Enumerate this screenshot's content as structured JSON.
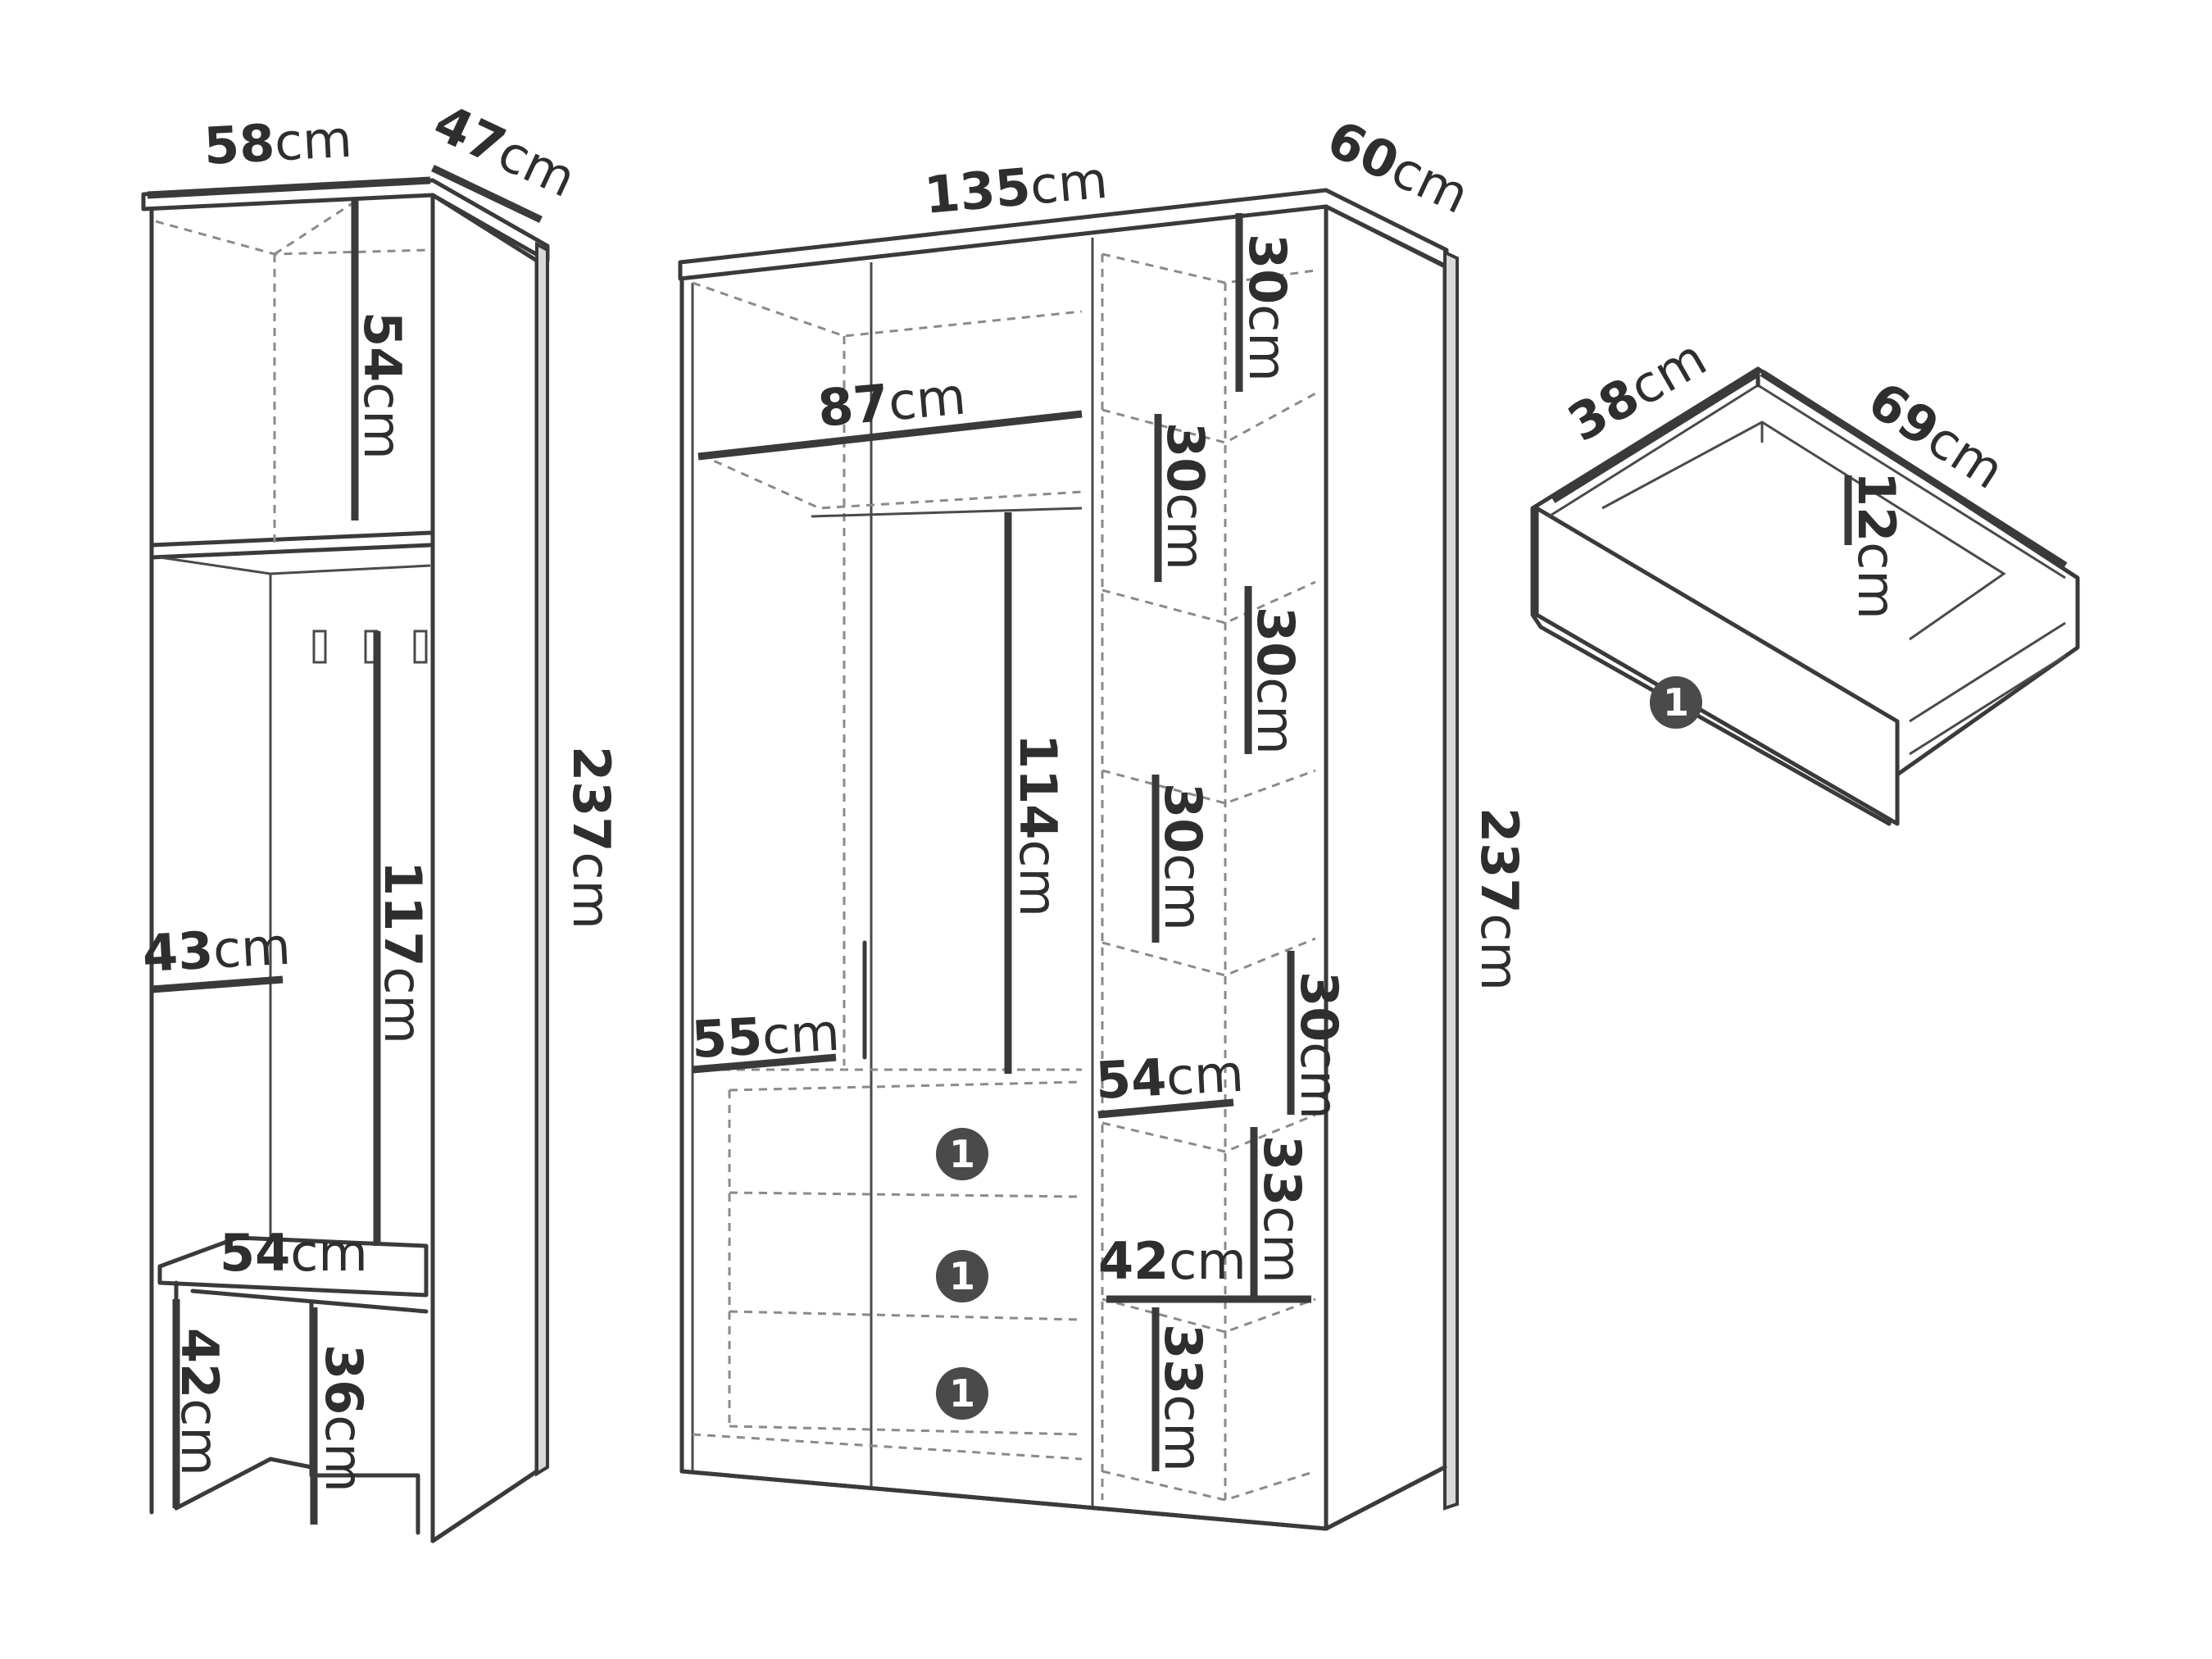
{
  "hallway": {
    "width": {
      "value": "58",
      "unit": "cm"
    },
    "depth": {
      "value": "47",
      "unit": "cm"
    },
    "height": {
      "value": "237",
      "unit": "cm"
    },
    "top_compartment": {
      "value": "54",
      "unit": "cm"
    },
    "hanging": {
      "value": "117",
      "unit": "cm"
    },
    "hook_width": {
      "value": "43",
      "unit": "cm"
    },
    "bench_width": {
      "value": "54",
      "unit": "cm"
    },
    "bench_height": {
      "value": "42",
      "unit": "cm"
    },
    "under_bench": {
      "value": "36",
      "unit": "cm"
    }
  },
  "wardrobe": {
    "width": {
      "value": "135",
      "unit": "cm"
    },
    "depth": {
      "value": "60",
      "unit": "cm"
    },
    "height": {
      "value": "237",
      "unit": "cm"
    },
    "rail": {
      "value": "87",
      "unit": "cm"
    },
    "hanging": {
      "value": "114",
      "unit": "cm"
    },
    "base_width": {
      "value": "55",
      "unit": "cm"
    },
    "shelf_1": {
      "value": "30",
      "unit": "cm"
    },
    "shelf_2": {
      "value": "30",
      "unit": "cm"
    },
    "shelf_3": {
      "value": "30",
      "unit": "cm"
    },
    "shelf_4": {
      "value": "30",
      "unit": "cm"
    },
    "shelf_5": {
      "value": "30",
      "unit": "cm"
    },
    "shelf_6": {
      "value": "33",
      "unit": "cm"
    },
    "shelf_7": {
      "value": "33",
      "unit": "cm"
    },
    "shelf_width_upper": {
      "value": "54",
      "unit": "cm"
    },
    "shelf_width_lower": {
      "value": "42",
      "unit": "cm"
    },
    "drawer_badges": [
      "1",
      "1",
      "1"
    ]
  },
  "drawer": {
    "width": {
      "value": "38",
      "unit": "cm"
    },
    "depth": {
      "value": "69",
      "unit": "cm"
    },
    "height": {
      "value": "12",
      "unit": "cm"
    },
    "badge": "1"
  },
  "colors": {
    "line": "#3a3a3a",
    "dash": "#8a8a8a",
    "badge": "#4a4a4a"
  }
}
